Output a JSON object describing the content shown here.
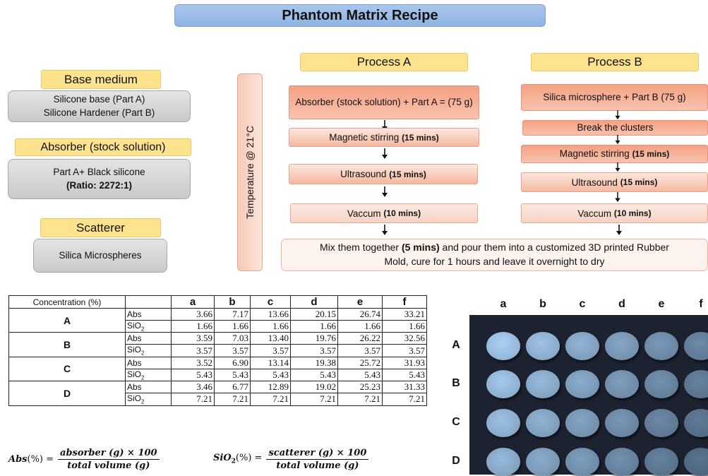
{
  "title": "Phantom Matrix Recipe",
  "base_medium": {
    "label": "Base medium",
    "line1": "Silicone base (Part A)",
    "line2": "Silicone Hardener (Part B)"
  },
  "absorber": {
    "label": "Absorber (stock solution)",
    "line1": "Part A+ Black silicone",
    "line2": "(Ratio: 2272:1)"
  },
  "scatterer": {
    "label": "Scatterer",
    "line1": "Silica Microspheres"
  },
  "temperature": "Temperature @ 21°C",
  "process_a": {
    "label": "Process A",
    "step1": "Absorber (stock solution) + Part A = (75 g)",
    "step2_text": "Magnetic stirring ",
    "step2_time": "(15 mins)",
    "step3_text": "Ultrasound ",
    "step3_time": "(15 mins)",
    "step4_text": "Vaccum ",
    "step4_time": "(10 mins)"
  },
  "process_b": {
    "label": "Process B",
    "step1": "Silica microsphere + Part B (75 g)",
    "step2": "Break the clusters",
    "step3_text": "Magnetic stirring ",
    "step3_time": "(15 mins)",
    "step4_text": "Ultrasound ",
    "step4_time": "(15 mins)",
    "step5_text": "Vaccum ",
    "step5_time": "(10 mins)"
  },
  "mix": {
    "pre": "Mix them together ",
    "time": "(5 mins)",
    "post": " and pour them into a customized 3D printed Rubber",
    "line2": "Mold, cure for 1 hours and leave it overnight to dry"
  },
  "table": {
    "header_label": "Concentration (%)",
    "columns": [
      "a",
      "b",
      "c",
      "d",
      "e",
      "f"
    ],
    "row_labels": {
      "abs": "Abs",
      "sio2": "SiO",
      "sio2_sub": "2"
    },
    "groups": [
      {
        "name": "A",
        "abs": [
          "3.66",
          "7.17",
          "13.66",
          "20.15",
          "26.74",
          "33.21"
        ],
        "sio2": [
          "1.66",
          "1.66",
          "1.66",
          "1.66",
          "1.66",
          "1.66"
        ]
      },
      {
        "name": "B",
        "abs": [
          "3.59",
          "7.03",
          "13.40",
          "19.76",
          "26.22",
          "32.56"
        ],
        "sio2": [
          "3.57",
          "3.57",
          "3.57",
          "3.57",
          "3.57",
          "3.57"
        ]
      },
      {
        "name": "C",
        "abs": [
          "3.52",
          "6.90",
          "13.14",
          "19.38",
          "25.72",
          "31.93"
        ],
        "sio2": [
          "5.43",
          "5.43",
          "5.43",
          "5.43",
          "5.43",
          "5.43"
        ]
      },
      {
        "name": "D",
        "abs": [
          "3.46",
          "6.77",
          "12.89",
          "19.02",
          "25.23",
          "31.33"
        ],
        "sio2": [
          "7.21",
          "7.21",
          "7.21",
          "7.21",
          "7.21",
          "7.21"
        ]
      }
    ]
  },
  "formulas": {
    "abs_lhs": "Abs",
    "abs_unit": "(%) =",
    "abs_num": "absorber (g) × 100",
    "abs_den": "total volume (g)",
    "sio2_lhs": "SiO",
    "sio2_sub": "2",
    "sio2_unit": "(%) =",
    "sio2_num": "scatterer (g) × 100",
    "sio2_den": "total volume (g)"
  },
  "photo": {
    "columns": [
      "a",
      "b",
      "c",
      "d",
      "e",
      "f"
    ],
    "rows": [
      "A",
      "B",
      "C",
      "D"
    ],
    "colors": {
      "background": "#1c2230",
      "lightest": "#a9d0f5",
      "darkest": "#4c6580"
    }
  }
}
